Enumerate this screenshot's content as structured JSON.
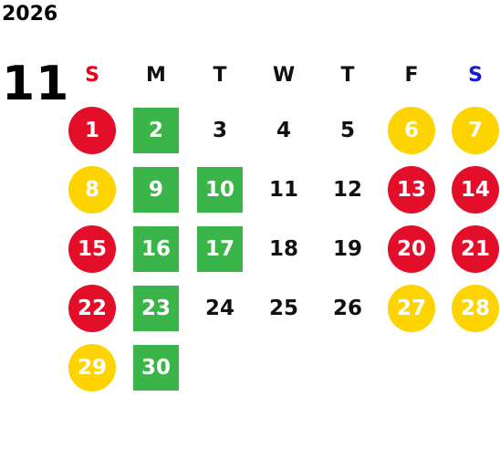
{
  "year": "2026",
  "month": "11",
  "weekdays": [
    {
      "label": "S",
      "color": "#e8001c"
    },
    {
      "label": "M",
      "color": "#111111"
    },
    {
      "label": "T",
      "color": "#111111"
    },
    {
      "label": "W",
      "color": "#111111"
    },
    {
      "label": "T",
      "color": "#111111"
    },
    {
      "label": "F",
      "color": "#111111"
    },
    {
      "label": "S",
      "color": "#1a1adc"
    }
  ],
  "colors": {
    "red": "#e30f2a",
    "yellow": "#fdd400",
    "green": "#3bb54a",
    "plain_text": "#111111"
  },
  "weeks": [
    [
      {
        "day": "1",
        "style": "red"
      },
      {
        "day": "2",
        "style": "green"
      },
      {
        "day": "3",
        "style": "plain"
      },
      {
        "day": "4",
        "style": "plain"
      },
      {
        "day": "5",
        "style": "plain"
      },
      {
        "day": "6",
        "style": "yellow"
      },
      {
        "day": "7",
        "style": "yellow"
      }
    ],
    [
      {
        "day": "8",
        "style": "yellow"
      },
      {
        "day": "9",
        "style": "green"
      },
      {
        "day": "10",
        "style": "green"
      },
      {
        "day": "11",
        "style": "plain"
      },
      {
        "day": "12",
        "style": "plain"
      },
      {
        "day": "13",
        "style": "red"
      },
      {
        "day": "14",
        "style": "red"
      }
    ],
    [
      {
        "day": "15",
        "style": "red"
      },
      {
        "day": "16",
        "style": "green"
      },
      {
        "day": "17",
        "style": "green"
      },
      {
        "day": "18",
        "style": "plain"
      },
      {
        "day": "19",
        "style": "plain"
      },
      {
        "day": "20",
        "style": "red"
      },
      {
        "day": "21",
        "style": "red"
      }
    ],
    [
      {
        "day": "22",
        "style": "red"
      },
      {
        "day": "23",
        "style": "green"
      },
      {
        "day": "24",
        "style": "plain"
      },
      {
        "day": "25",
        "style": "plain"
      },
      {
        "day": "26",
        "style": "plain"
      },
      {
        "day": "27",
        "style": "yellow"
      },
      {
        "day": "28",
        "style": "yellow"
      }
    ],
    [
      {
        "day": "29",
        "style": "yellow"
      },
      {
        "day": "30",
        "style": "green"
      },
      null,
      null,
      null,
      null,
      null
    ]
  ]
}
